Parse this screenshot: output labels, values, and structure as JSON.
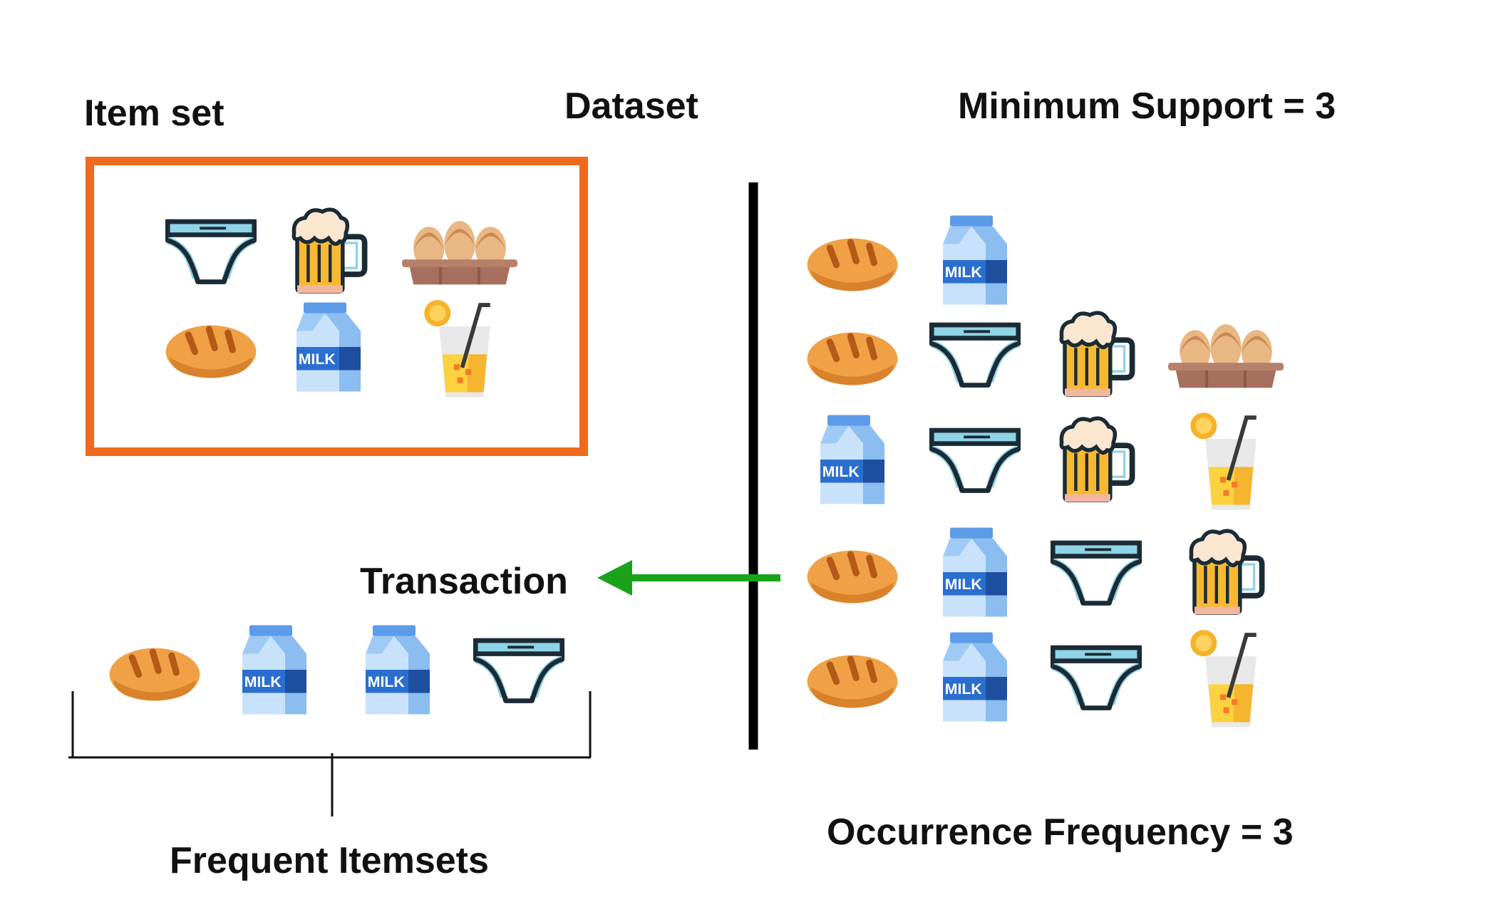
{
  "labels": {
    "item_set": "Item set",
    "dataset": "Dataset",
    "minimum_support": "Minimum Support = 3",
    "transaction": "Transaction",
    "frequent_itemsets": "Frequent Itemsets",
    "occurrence_frequency": "Occurrence Frequency = 3"
  },
  "icon_text": {
    "milk": "MILK"
  },
  "colors": {
    "box_border": "#ef6a1c",
    "arrow": "#1aa31a",
    "divider": "#000000"
  },
  "item_set": [
    "underwear",
    "beer",
    "eggs",
    "bread",
    "milk",
    "juice"
  ],
  "dataset_transactions": [
    [
      "bread",
      "milk"
    ],
    [
      "bread",
      "underwear",
      "beer",
      "eggs"
    ],
    [
      "milk",
      "underwear",
      "beer",
      "juice"
    ],
    [
      "bread",
      "milk",
      "underwear",
      "beer"
    ],
    [
      "bread",
      "milk",
      "underwear",
      "juice"
    ]
  ],
  "frequent_itemset": [
    "bread",
    "milk",
    "milk",
    "underwear"
  ]
}
